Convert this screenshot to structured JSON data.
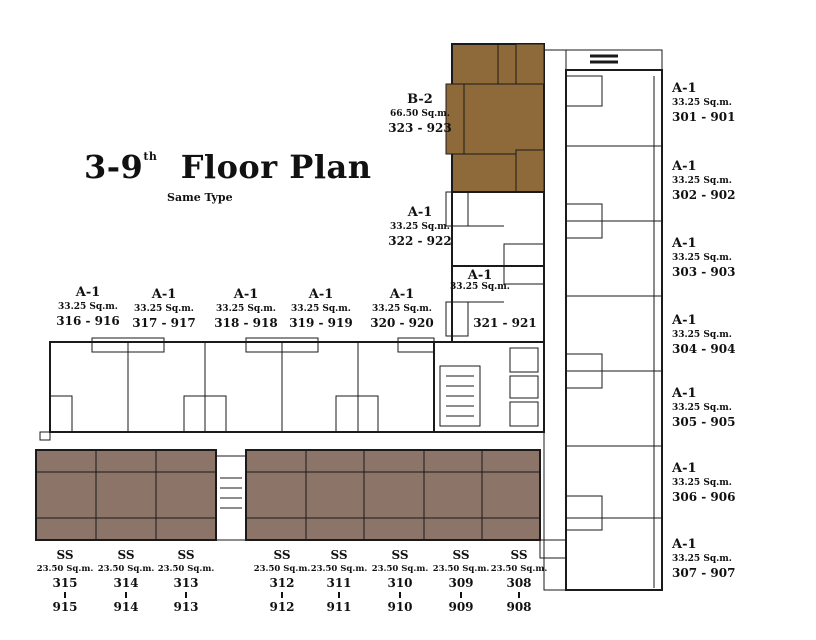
{
  "title": {
    "main": "3-9",
    "sup": "th",
    "rest": "Floor Plan",
    "subtitle": "Same Type"
  },
  "colors": {
    "wall": "#1a1a1a",
    "ss_fill": "#8c7469",
    "b2_fill": "#8e6a3a",
    "paper": "#ffffff"
  },
  "units_b2": [
    {
      "type": "B-2",
      "area": "66.50 Sq.m.",
      "range": "323 - 923"
    }
  ],
  "units_center": [
    {
      "type": "A-1",
      "area": "33.25 Sq.m.",
      "range": "322 - 922"
    },
    {
      "type": "A-1",
      "area": "33.25 Sq.m.",
      "range": "321 - 921"
    }
  ],
  "units_top": [
    {
      "type": "A-1",
      "area": "33.25 Sq.m.",
      "range": "316 - 916"
    },
    {
      "type": "A-1",
      "area": "33.25 Sq.m.",
      "range": "317 - 917"
    },
    {
      "type": "A-1",
      "area": "33.25 Sq.m.",
      "range": "318 - 918"
    },
    {
      "type": "A-1",
      "area": "33.25 Sq.m.",
      "range": "319 - 919"
    },
    {
      "type": "A-1",
      "area": "33.25 Sq.m.",
      "range": "320 - 920"
    }
  ],
  "units_right": [
    {
      "type": "A-1",
      "area": "33.25 Sq.m.",
      "range": "301 - 901"
    },
    {
      "type": "A-1",
      "area": "33.25 Sq.m.",
      "range": "302 - 902"
    },
    {
      "type": "A-1",
      "area": "33.25 Sq.m.",
      "range": "303 - 903"
    },
    {
      "type": "A-1",
      "area": "33.25 Sq.m.",
      "range": "304 - 904"
    },
    {
      "type": "A-1",
      "area": "33.25 Sq.m.",
      "range": "305 - 905"
    },
    {
      "type": "A-1",
      "area": "33.25 Sq.m.",
      "range": "306 - 906"
    },
    {
      "type": "A-1",
      "area": "33.25 Sq.m.",
      "range": "307 - 907"
    }
  ],
  "units_ss": [
    {
      "type": "SS",
      "area": "23.50 Sq.m.",
      "num_low": "315",
      "num_high": "915"
    },
    {
      "type": "SS",
      "area": "23.50 Sq.m.",
      "num_low": "314",
      "num_high": "914"
    },
    {
      "type": "SS",
      "area": "23.50 Sq.m.",
      "num_low": "313",
      "num_high": "913"
    },
    {
      "type": "SS",
      "area": "23.50 Sq.m.",
      "num_low": "312",
      "num_high": "912"
    },
    {
      "type": "SS",
      "area": "23.50 Sq.m.",
      "num_low": "311",
      "num_high": "911"
    },
    {
      "type": "SS",
      "area": "23.50 Sq.m.",
      "num_low": "310",
      "num_high": "910"
    },
    {
      "type": "SS",
      "area": "23.50 Sq.m.",
      "num_low": "309",
      "num_high": "909"
    },
    {
      "type": "SS",
      "area": "23.50 Sq.m.",
      "num_low": "308",
      "num_high": "908"
    }
  ]
}
